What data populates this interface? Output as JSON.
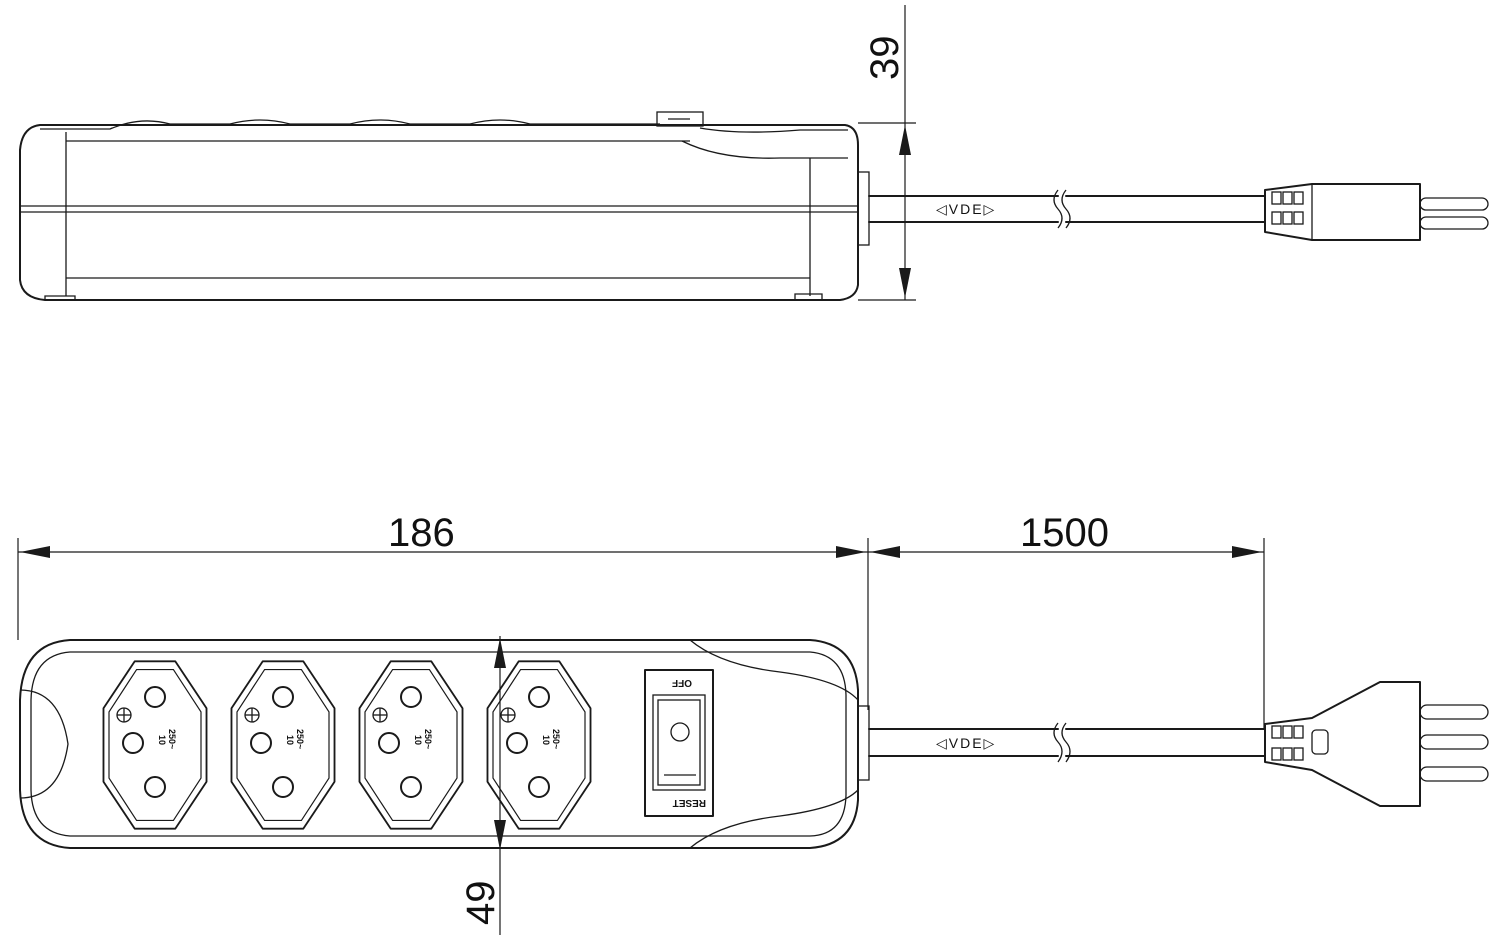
{
  "dimensions": {
    "height_side": "39",
    "length_body": "186",
    "cable_length": "1500",
    "width_top": "49"
  },
  "cable_marking": "◁VDE▷",
  "socket_rating": {
    "line1": "10",
    "line2": "250~"
  },
  "switch_labels": {
    "top": "OFF",
    "bottom": "RESET"
  },
  "socket_count": 4
}
